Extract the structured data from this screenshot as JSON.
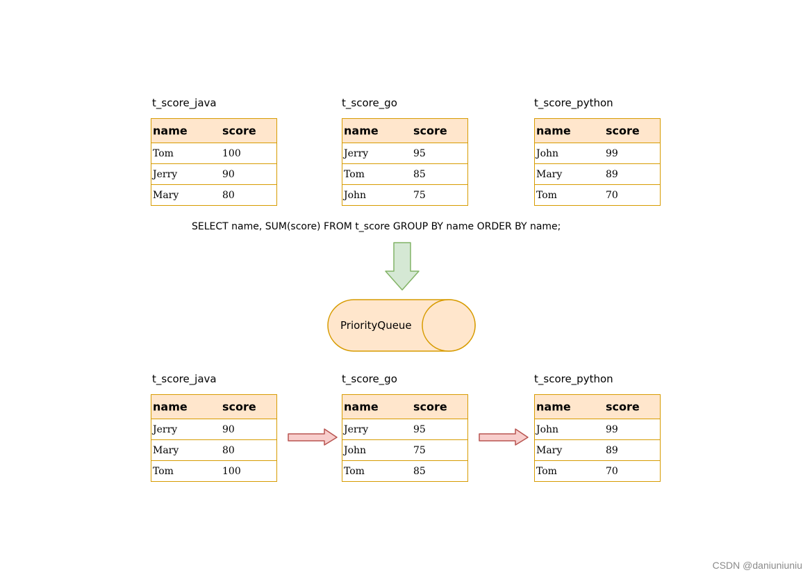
{
  "top_tables": [
    {
      "title": "t_score_java",
      "header": [
        "name",
        "score"
      ],
      "rows": [
        [
          "Tom",
          "100"
        ],
        [
          "Jerry",
          "90"
        ],
        [
          "Mary",
          "80"
        ]
      ]
    },
    {
      "title": "t_score_go",
      "header": [
        "name",
        "score"
      ],
      "rows": [
        [
          "Jerry",
          "95"
        ],
        [
          "Tom",
          "85"
        ],
        [
          "John",
          "75"
        ]
      ]
    },
    {
      "title": "t_score_python",
      "header": [
        "name",
        "score"
      ],
      "rows": [
        [
          "John",
          "99"
        ],
        [
          "Mary",
          "89"
        ],
        [
          "Tom",
          "70"
        ]
      ]
    }
  ],
  "sql": "SELECT name, SUM(score) FROM t_score GROUP BY name ORDER BY name;",
  "priority_queue_label": "PriorityQueue",
  "bottom_tables": [
    {
      "title": "t_score_java",
      "header": [
        "name",
        "score"
      ],
      "rows": [
        [
          "Jerry",
          "90"
        ],
        [
          "Mary",
          "80"
        ],
        [
          "Tom",
          "100"
        ]
      ]
    },
    {
      "title": "t_score_go",
      "header": [
        "name",
        "score"
      ],
      "rows": [
        [
          "Jerry",
          "95"
        ],
        [
          "John",
          "75"
        ],
        [
          "Tom",
          "85"
        ]
      ]
    },
    {
      "title": "t_score_python",
      "header": [
        "name",
        "score"
      ],
      "rows": [
        [
          "John",
          "99"
        ],
        [
          "Mary",
          "89"
        ],
        [
          "Tom",
          "70"
        ]
      ]
    }
  ],
  "colors": {
    "table_border": "#d79b00",
    "table_header_fill": "#ffe6cc",
    "down_arrow_fill": "#d5e8d4",
    "down_arrow_stroke": "#82b366",
    "side_arrow_fill": "#f8cecc",
    "side_arrow_stroke": "#b85450"
  },
  "watermark": "CSDN @daniuniuniu"
}
